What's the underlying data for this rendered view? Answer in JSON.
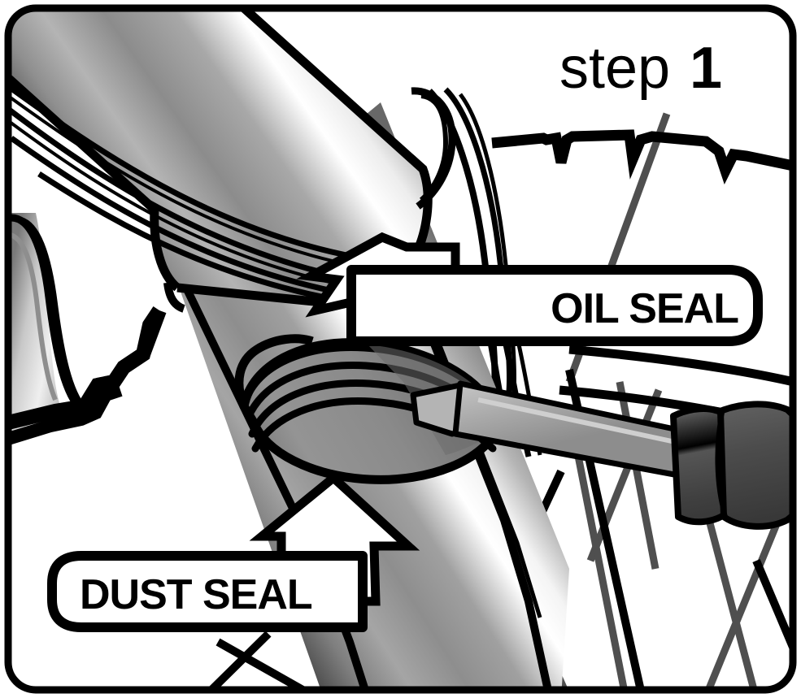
{
  "figure": {
    "title": "Fork oil seal and dust seal removal illustration",
    "step_prefix": "step",
    "step_number": "1",
    "frame": {
      "border_color": "#000000",
      "background_color": "#ffffff",
      "corner_radius": "34"
    }
  },
  "callouts": [
    {
      "id": "oil-seal",
      "label": "OIL SEAL",
      "align": "right",
      "points_to": "oil seal band on fork inner tube",
      "banner_fill": "#ffffff",
      "banner_stroke": "#000000"
    },
    {
      "id": "dust-seal",
      "label": "DUST SEAL",
      "align": "left",
      "points_to": "dust seal band below oil seal",
      "banner_fill": "#ffffff",
      "banner_stroke": "#000000"
    }
  ],
  "parts": [
    {
      "id": "fork-slider",
      "name": "fork slider lower leg",
      "finish": "chrome gradient",
      "ribs": 4
    },
    {
      "id": "fork-inner-tube",
      "name": "fork inner tube stanchion",
      "finish": "chrome gradient"
    },
    {
      "id": "seal-stack",
      "name": "seal stack rings",
      "bands": 5,
      "band_color": "#8c8c8c"
    },
    {
      "id": "screwdriver",
      "name": "flat blade screwdriver",
      "blade_color": "#a8a8a8",
      "handle_color": "#4a4a4a"
    },
    {
      "id": "front-wheel",
      "name": "front wheel with spokes",
      "spoke_color": "#4f4f4f"
    },
    {
      "id": "tire",
      "name": "knobby tire tread outline",
      "stroke": "#000000"
    },
    {
      "id": "second-fork-leg",
      "name": "opposite fork leg",
      "finish": "chrome gradient"
    }
  ],
  "palette": {
    "ink": "#000000",
    "paper": "#ffffff",
    "chrome_dark": "#3a3a3a",
    "chrome_mid": "#9a9a9a",
    "chrome_light": "#f2f2f2",
    "seal_gray": "#8c8c8c",
    "spoke_gray": "#4f4f4f",
    "handle_gray": "#4a4a4a",
    "blade_gray": "#a8a8a8"
  }
}
